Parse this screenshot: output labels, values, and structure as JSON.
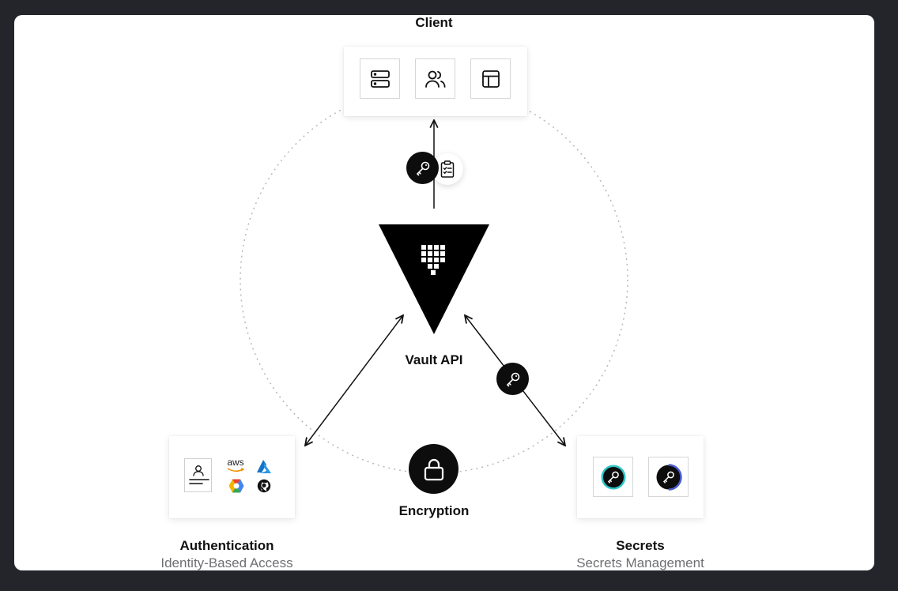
{
  "nodes": {
    "client": {
      "label": "Client"
    },
    "vault": {
      "label": "Vault API"
    },
    "encryption": {
      "label": "Encryption"
    },
    "authentication": {
      "label": "Authentication",
      "sublabel": "Identity-Based Access"
    },
    "secrets": {
      "label": "Secrets",
      "sublabel": "Secrets Management"
    }
  },
  "auth_providers": {
    "aws": "aws"
  },
  "icons": {
    "client_tiles": [
      "server-icon",
      "users-icon",
      "layout-icon"
    ],
    "client_arrow": [
      "key-icon",
      "clipboard-icon"
    ],
    "vault": "vault-logo-icon",
    "encryption": "lock-icon",
    "secrets_arrow": "key-icon",
    "auth": [
      "user-card-icon",
      "aws-icon",
      "azure-icon",
      "gcp-icon",
      "github-icon"
    ],
    "secrets": [
      "key-icon",
      "key-icon"
    ]
  },
  "colors": {
    "background": "#23252b",
    "panel": "#ffffff",
    "dark": "#0d0d0d",
    "teal_ring": "#2fc4c4",
    "blue_ring": "#4b5bd6"
  }
}
